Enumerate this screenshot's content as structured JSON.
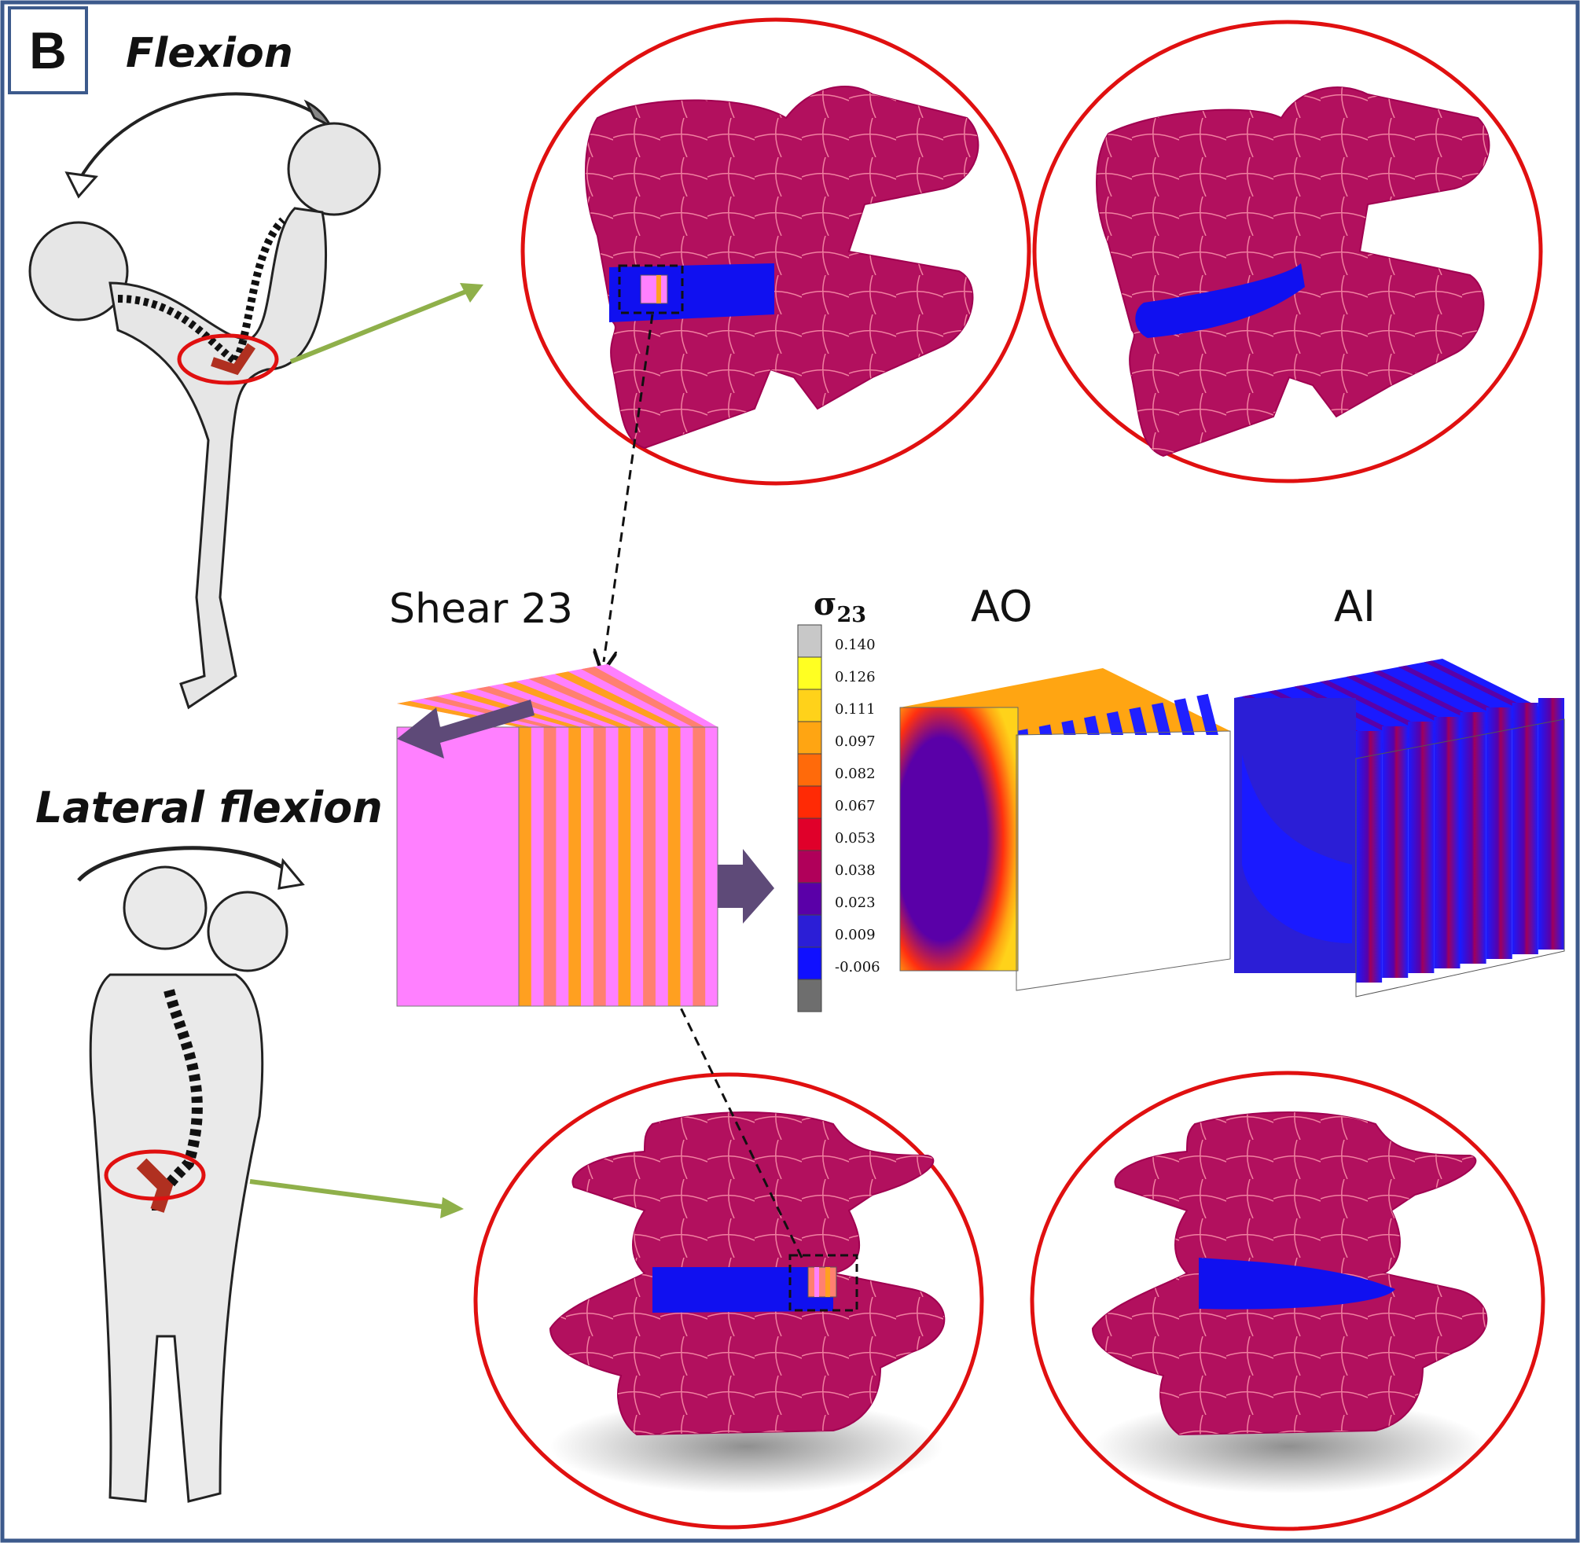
{
  "panel": {
    "letter": "B"
  },
  "labels": {
    "flexion": "Flexion",
    "lateral_flexion": "Lateral flexion",
    "shear": "Shear 23",
    "ao": "AO",
    "ai": "AI",
    "sigma_symbol": "σ",
    "sigma_subscript": "23"
  },
  "legend": {
    "values": [
      "0.140",
      "0.126",
      "0.111",
      "0.097",
      "0.082",
      "0.067",
      "0.053",
      "0.038",
      "0.023",
      "0.009",
      "-0.006"
    ],
    "colors": [
      "#c8c8c8",
      "#ffff22",
      "#ffd21a",
      "#ffa512",
      "#ff6a0a",
      "#ff2a05",
      "#e0002a",
      "#b0005a",
      "#5a00a8",
      "#2b1ed6",
      "#1010ff",
      "#6e6e6e"
    ]
  },
  "colors": {
    "bone": "#b2105e",
    "disc": "#1010f0",
    "ellipse": "#e01010",
    "green_arrow": "#8fb04a",
    "cube_arrow": "#5e4a78",
    "frame": "#3c5a8c",
    "pink": "#ff80ff",
    "salmon": "#ff8070",
    "orange": "#ffa020"
  }
}
